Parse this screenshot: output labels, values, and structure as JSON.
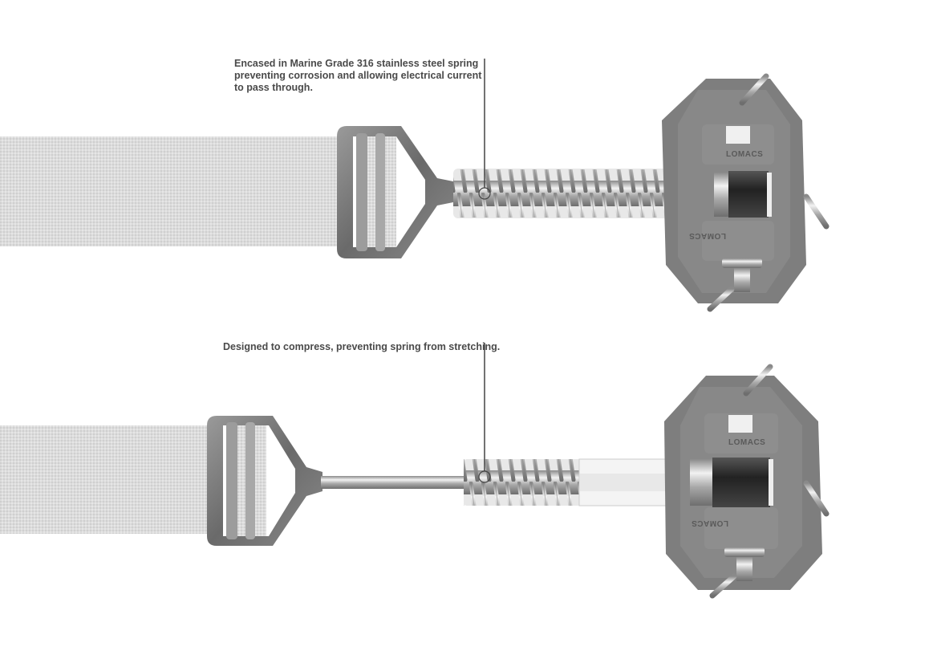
{
  "annotations": {
    "spring_material": "Encased in Marine Grade 316 stainless steel spring preventing corrosion and allowing electrical current to pass through.",
    "compression": "Designed to compress, preventing spring from stretching."
  },
  "brand": {
    "logo_text": "LOMACS"
  },
  "colors": {
    "strap": "#d9d9d9",
    "mount": "#808080",
    "steel": "#b8b8b8",
    "text": "#4a4a4a"
  }
}
